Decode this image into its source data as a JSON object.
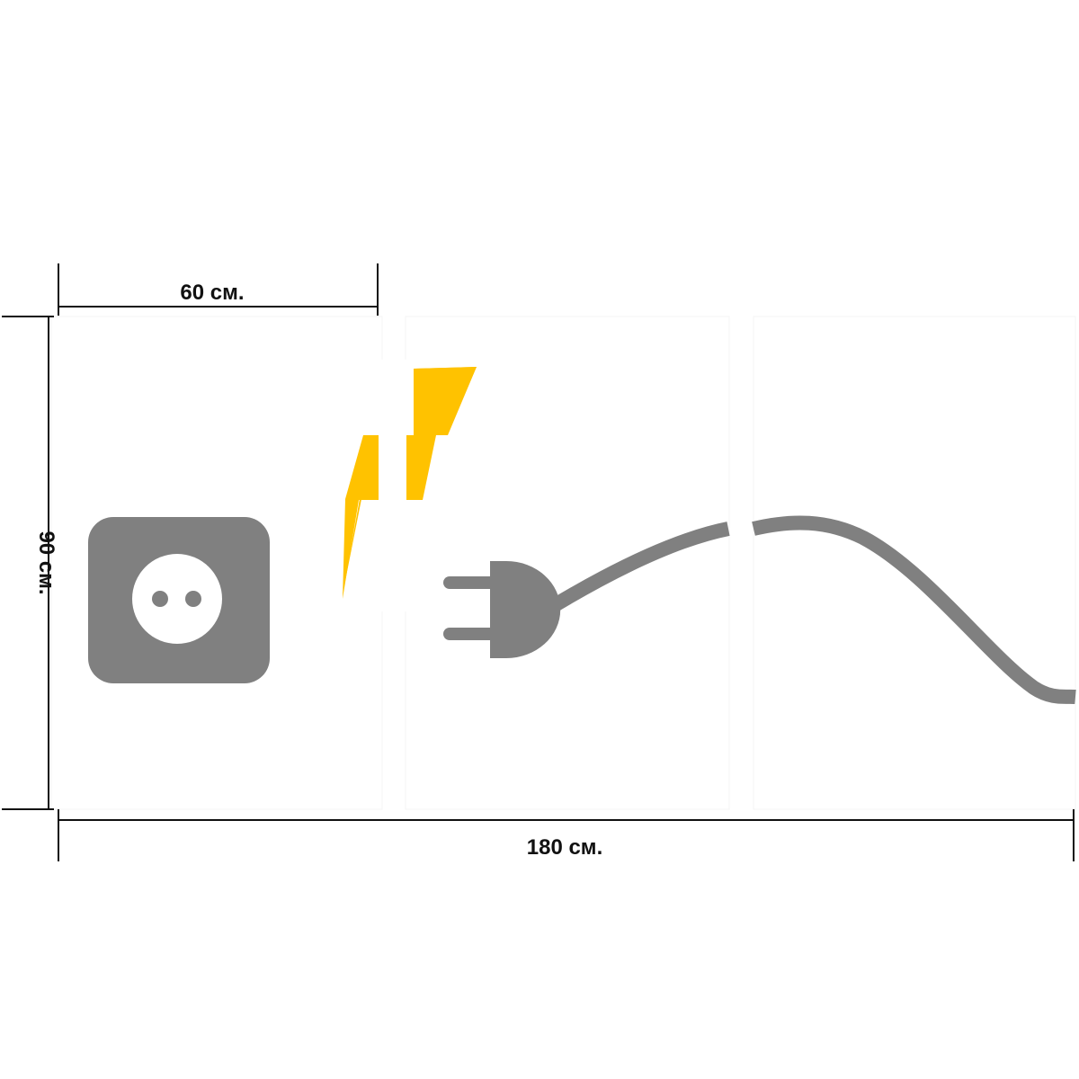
{
  "dimensions": {
    "panel_width_label": "60 см.",
    "total_width_label": "180 см.",
    "height_label": "90 см."
  },
  "colors": {
    "background": "#ffffff",
    "panel_fill": "#ffffff",
    "gap": "#fcfcfc",
    "icon_gray": "#808080",
    "bolt_yellow": "#ffc200",
    "dimension_line": "#111111"
  },
  "panels": [
    {
      "name": "left-panel",
      "content": "socket-icon"
    },
    {
      "name": "middle-panel",
      "content": "plug-icon"
    },
    {
      "name": "right-panel",
      "content": "cable-icon"
    }
  ]
}
